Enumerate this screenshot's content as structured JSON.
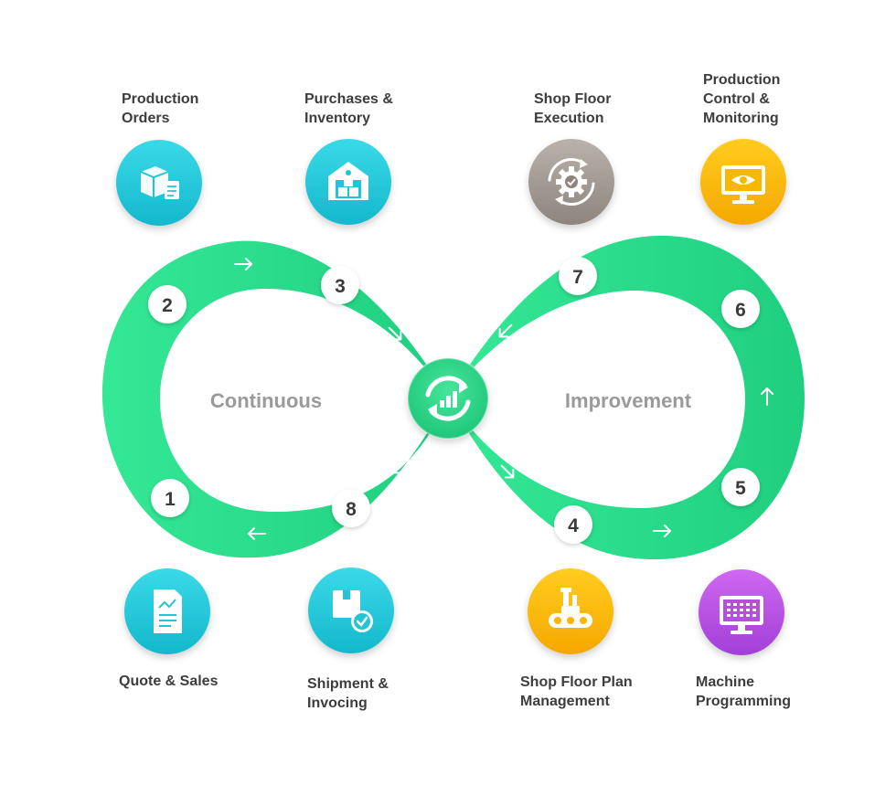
{
  "loop": {
    "left_word": "Continuous",
    "right_word": "Improvement"
  },
  "steps": [
    {
      "number": "1"
    },
    {
      "number": "2"
    },
    {
      "number": "3"
    },
    {
      "number": "4"
    },
    {
      "number": "5"
    },
    {
      "number": "6"
    },
    {
      "number": "7"
    },
    {
      "number": "8"
    }
  ],
  "stages": {
    "production_orders": {
      "line1": "Production",
      "line2": "Orders",
      "icon": "boxes-icon",
      "color": "#21c6d6"
    },
    "purchases_inventory": {
      "line1": "Purchases &",
      "line2": "Inventory",
      "icon": "warehouse-icon",
      "color": "#21c6d6"
    },
    "shop_floor_execution": {
      "line1": "Shop Floor",
      "line2": "Execution",
      "icon": "gear-cycle-icon",
      "color": "#9e9690"
    },
    "production_control": {
      "line1": "Production",
      "line2": "Control &",
      "line3": "Monitoring",
      "icon": "monitor-eye-icon",
      "color": "#f7b800"
    },
    "quote_sales": {
      "line1": "Quote & Sales",
      "icon": "document-chart-icon",
      "color": "#21c6d6"
    },
    "shipment_invoicing": {
      "line1": "Shipment &",
      "line2": "Invocing",
      "icon": "package-check-icon",
      "color": "#21c6d6"
    },
    "shop_floor_plan": {
      "line1": "Shop Floor Plan",
      "line2": "Management",
      "icon": "conveyor-icon",
      "color": "#f7b800"
    },
    "machine_programming": {
      "line1": "Machine",
      "line2": "Programming",
      "icon": "screen-grid-icon",
      "color": "#b74ee0"
    }
  },
  "colors": {
    "loop": "#2edd8e",
    "loop_dark": "#1fc479",
    "hub": "#2fd98a",
    "label_text": "#3d3d3d"
  }
}
